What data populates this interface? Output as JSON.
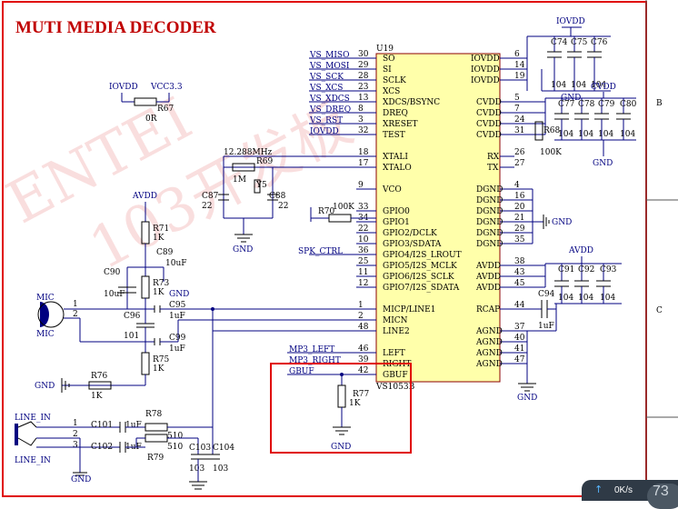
{
  "title": "MUTI MEDIA DECODER",
  "watermark": [
    "ENTEI",
    "103开发板"
  ],
  "chip": {
    "ref": "U19",
    "part": "VS1053B",
    "left_pins": [
      {
        "net": "VS_MISO",
        "num": "30",
        "name": "SO"
      },
      {
        "net": "VS_MOSI",
        "num": "29",
        "name": "SI"
      },
      {
        "net": "VS_SCK",
        "num": "28",
        "name": "SCLK"
      },
      {
        "net": "VS_XCS",
        "num": "23",
        "name": "XCS"
      },
      {
        "net": "VS_XDCS",
        "num": "13",
        "name": "XDCS/BSYNC"
      },
      {
        "net": "VS_DREQ",
        "num": "8",
        "name": "DREQ"
      },
      {
        "net": "VS_RST",
        "num": "3",
        "name": "XRESET"
      },
      {
        "net": "IOVDD",
        "num": "32",
        "name": "TEST"
      },
      {
        "net": "",
        "num": "18",
        "name": "XTALI"
      },
      {
        "net": "",
        "num": "17",
        "name": "XTALO"
      },
      {
        "net": "",
        "num": "9",
        "name": "VCO"
      },
      {
        "net": "",
        "num": "33",
        "name": "GPIO0"
      },
      {
        "net": "",
        "num": "34",
        "name": "GPIO1"
      },
      {
        "net": "",
        "num": "22",
        "name": "GPIO2/DCLK"
      },
      {
        "net": "",
        "num": "10",
        "name": "GPIO3/SDATA"
      },
      {
        "net": "SPK_CTRL",
        "num": "36",
        "name": "GPIO4/I2S_LROUT"
      },
      {
        "net": "",
        "num": "25",
        "name": "GPIO5/I2S_MCLK"
      },
      {
        "net": "",
        "num": "11",
        "name": "GPIO6/I2S_SCLK"
      },
      {
        "net": "",
        "num": "12",
        "name": "GPIO7/I2S_SDATA"
      },
      {
        "net": "",
        "num": "1",
        "name": "MICP/LINE1"
      },
      {
        "net": "",
        "num": "2",
        "name": "MICN"
      },
      {
        "net": "",
        "num": "48",
        "name": "LINE2"
      },
      {
        "net": "MP3_LEFT",
        "num": "46",
        "name": "LEFT"
      },
      {
        "net": "MP3_RIGHT",
        "num": "39",
        "name": "RIGHT"
      },
      {
        "net": "GBUF",
        "num": "42",
        "name": "GBUF"
      }
    ],
    "right_pins": [
      {
        "num": "6",
        "name": "IOVDD"
      },
      {
        "num": "14",
        "name": "IOVDD"
      },
      {
        "num": "19",
        "name": "IOVDD"
      },
      {
        "num": "5",
        "name": "CVDD"
      },
      {
        "num": "7",
        "name": "CVDD"
      },
      {
        "num": "24",
        "name": "CVDD"
      },
      {
        "num": "31",
        "name": "CVDD"
      },
      {
        "num": "26",
        "name": "RX"
      },
      {
        "num": "27",
        "name": "TX"
      },
      {
        "num": "4",
        "name": "DGND"
      },
      {
        "num": "16",
        "name": "DGND"
      },
      {
        "num": "20",
        "name": "DGND"
      },
      {
        "num": "21",
        "name": "DGND"
      },
      {
        "num": "29",
        "name": "DGND"
      },
      {
        "num": "35",
        "name": "DGND"
      },
      {
        "num": "38",
        "name": "AVDD"
      },
      {
        "num": "43",
        "name": "AVDD"
      },
      {
        "num": "45",
        "name": "AVDD"
      },
      {
        "num": "44",
        "name": "RCAP"
      },
      {
        "num": "37",
        "name": "AGND"
      },
      {
        "num": "40",
        "name": "AGND"
      },
      {
        "num": "41",
        "name": "AGND"
      },
      {
        "num": "47",
        "name": "AGND"
      }
    ]
  },
  "labels": {
    "iovdd": "IOVDD",
    "cvdd": "CVDD",
    "avdd": "AVDD",
    "vcc33": "VCC3.3",
    "gnd": "GND",
    "r67": "R67",
    "r67_val": "0R",
    "r68": "R68",
    "r68_val": "100K",
    "r69": "R69",
    "r69_val": "1M",
    "xtal_freq": "12.288MHz",
    "y5": "Y5",
    "c87": "C87",
    "c87_val": "22",
    "c88": "C88",
    "c88_val": "22",
    "r70": "R70",
    "r70_val": "100K",
    "r71": "R71",
    "r71_val": "1K",
    "r73": "R73",
    "r73_val": "1K",
    "r75": "R75",
    "r75_val": "1K",
    "r76": "R76",
    "r76_val": "1K",
    "r77": "R77",
    "r77_val": "1K",
    "r78": "R78",
    "r78_val": "510",
    "r79": "R79",
    "r79_val": "510",
    "c89": "C89",
    "c89_val": "10uF",
    "c90": "C90",
    "c90_val": "10uF",
    "c95": "C95",
    "c95_val": "1uF",
    "c96": "C96",
    "c96_val": "101",
    "c99": "C99",
    "c99_val": "1uF",
    "c101": "C101",
    "c101_val": "1uF",
    "c102": "C102",
    "c102_val": "1uF",
    "c103": "C103",
    "c103_val": "103",
    "c104": "C104",
    "c104_val": "103",
    "c94": "C94",
    "c94_val": "1uF",
    "caps_io": [
      "C74",
      "C75",
      "C76"
    ],
    "caps_c": [
      "C77",
      "C78",
      "C79",
      "C80"
    ],
    "caps_a": [
      "C91",
      "C92",
      "C93"
    ],
    "cap_val": "104",
    "mic": "MIC",
    "mic2": "MIC",
    "line_in": "LINE_IN",
    "line_in2": "LINE_IN",
    "zone_b": "B",
    "zone_c": "C",
    "pin1": "1",
    "pin2": "2",
    "pin3": "3"
  },
  "taskbar": {
    "speed": "0K/s",
    "badge": "73"
  }
}
